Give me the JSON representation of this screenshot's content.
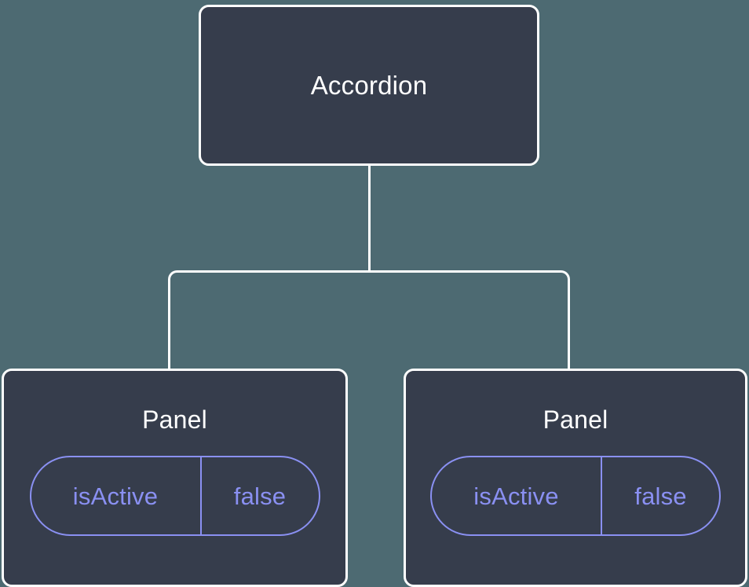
{
  "canvas": {
    "background_color": "#4d6a72",
    "node_fill_color": "#363d4c",
    "node_border_color": "#ffffff",
    "connector_color": "#ffffff",
    "accent_color": "#8a90f2"
  },
  "tree": {
    "root": {
      "label": "Accordion"
    },
    "children": [
      {
        "label": "Panel",
        "props": [
          {
            "key": "isActive",
            "value": "false"
          }
        ]
      },
      {
        "label": "Panel",
        "props": [
          {
            "key": "isActive",
            "value": "false"
          }
        ]
      }
    ]
  }
}
